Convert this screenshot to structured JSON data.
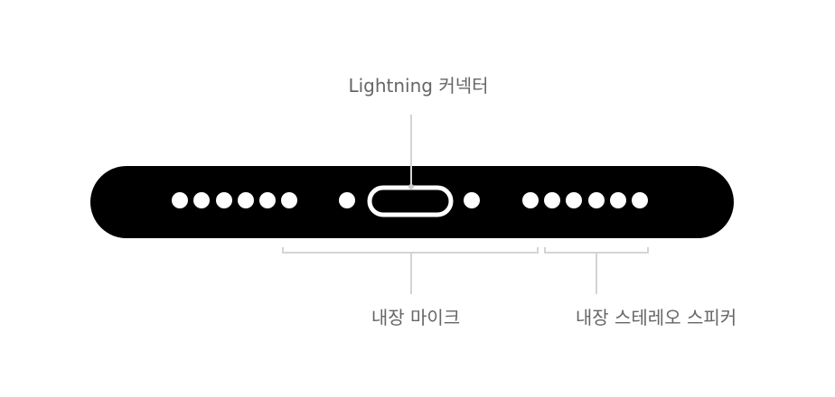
{
  "labels": {
    "connector": "Lightning 커넥터",
    "mic": "내장 마이크",
    "speaker": "내장 스테레오 스피커"
  },
  "colors": {
    "body": "#000000",
    "line": "#d4d4d4",
    "text": "#666666",
    "port": "#ffffff"
  }
}
